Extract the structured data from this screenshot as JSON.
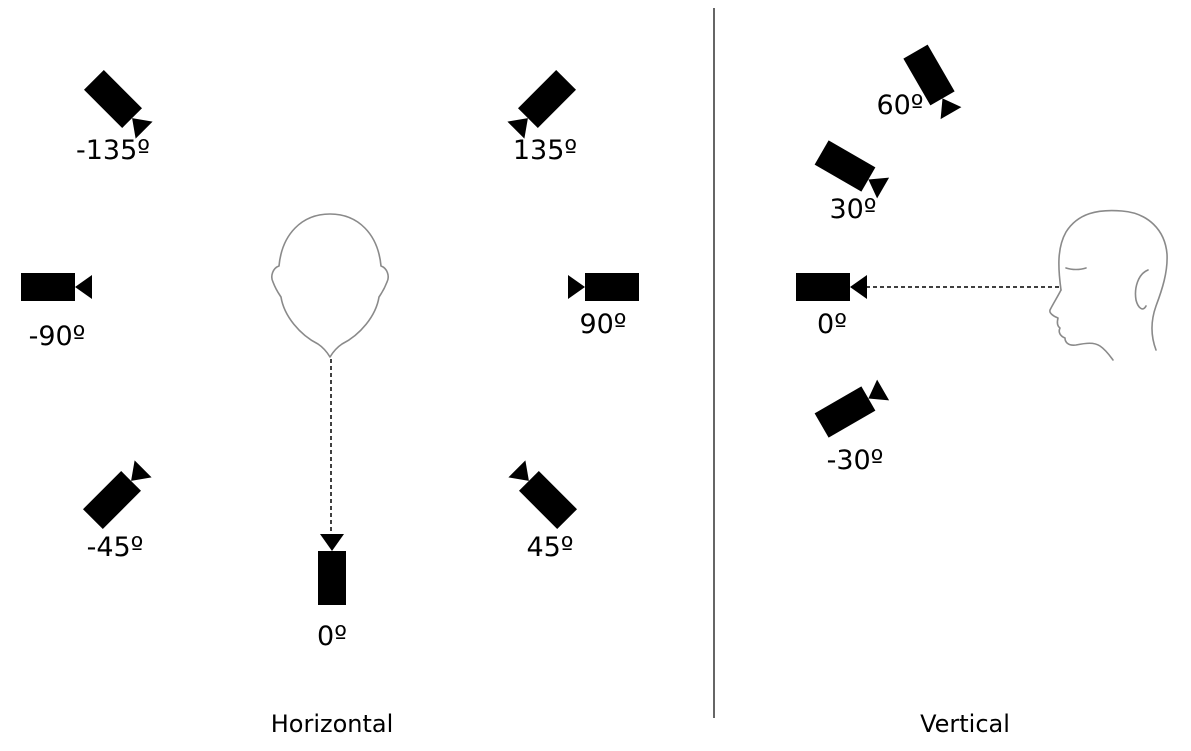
{
  "horizontal": {
    "caption": "Horizontal",
    "cameras": [
      {
        "id": "h-neg135",
        "label": "-135º"
      },
      {
        "id": "h-135",
        "label": "135º"
      },
      {
        "id": "h-neg90",
        "label": "-90º"
      },
      {
        "id": "h-90",
        "label": "90º"
      },
      {
        "id": "h-neg45",
        "label": "-45º"
      },
      {
        "id": "h-45",
        "label": "45º"
      },
      {
        "id": "h-0",
        "label": "0º"
      }
    ]
  },
  "vertical": {
    "caption": "Vertical",
    "cameras": [
      {
        "id": "v-60",
        "label": "60º"
      },
      {
        "id": "v-30",
        "label": "30º"
      },
      {
        "id": "v-0",
        "label": "0º"
      },
      {
        "id": "v-neg30",
        "label": "-30º"
      }
    ]
  },
  "icons": {
    "camera": "video-camera-icon",
    "head_top": "head-top-view-icon",
    "head_side": "head-side-profile-icon"
  }
}
